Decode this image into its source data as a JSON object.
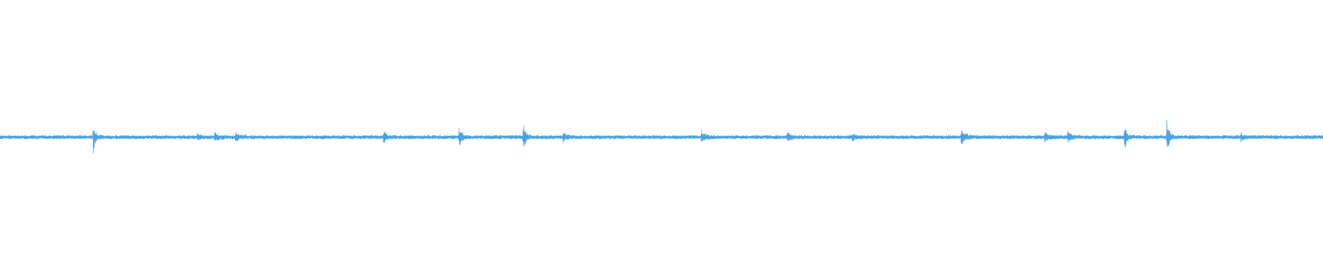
{
  "colors": {
    "background": "#ffffff",
    "waveform": "#4aa3e0"
  },
  "waveform": {
    "time_range": [
      0,
      1
    ],
    "amplitude_range": [
      -1,
      1
    ],
    "baseline_level": 0.02,
    "noise_level": 0.015,
    "events": [
      {
        "t": 0.0705,
        "amp": 0.11,
        "decay": 0.0016
      },
      {
        "t": 0.149,
        "amp": 0.025,
        "decay": 0.002
      },
      {
        "t": 0.162,
        "amp": 0.03,
        "decay": 0.003
      },
      {
        "t": 0.178,
        "amp": 0.025,
        "decay": 0.003
      },
      {
        "t": 0.29,
        "amp": 0.04,
        "decay": 0.002
      },
      {
        "t": 0.347,
        "amp": 0.085,
        "decay": 0.0016
      },
      {
        "t": 0.3955,
        "amp": 0.1,
        "decay": 0.0016
      },
      {
        "t": 0.4255,
        "amp": 0.035,
        "decay": 0.002
      },
      {
        "t": 0.53,
        "amp": 0.05,
        "decay": 0.0025
      },
      {
        "t": 0.595,
        "amp": 0.035,
        "decay": 0.0025
      },
      {
        "t": 0.644,
        "amp": 0.025,
        "decay": 0.002
      },
      {
        "t": 0.7265,
        "amp": 0.075,
        "decay": 0.0025
      },
      {
        "t": 0.7895,
        "amp": 0.04,
        "decay": 0.002
      },
      {
        "t": 0.807,
        "amp": 0.045,
        "decay": 0.002
      },
      {
        "t": 0.85,
        "amp": 0.095,
        "decay": 0.0016
      },
      {
        "t": 0.882,
        "amp": 0.12,
        "decay": 0.0018
      },
      {
        "t": 0.938,
        "amp": 0.03,
        "decay": 0.002
      }
    ]
  }
}
